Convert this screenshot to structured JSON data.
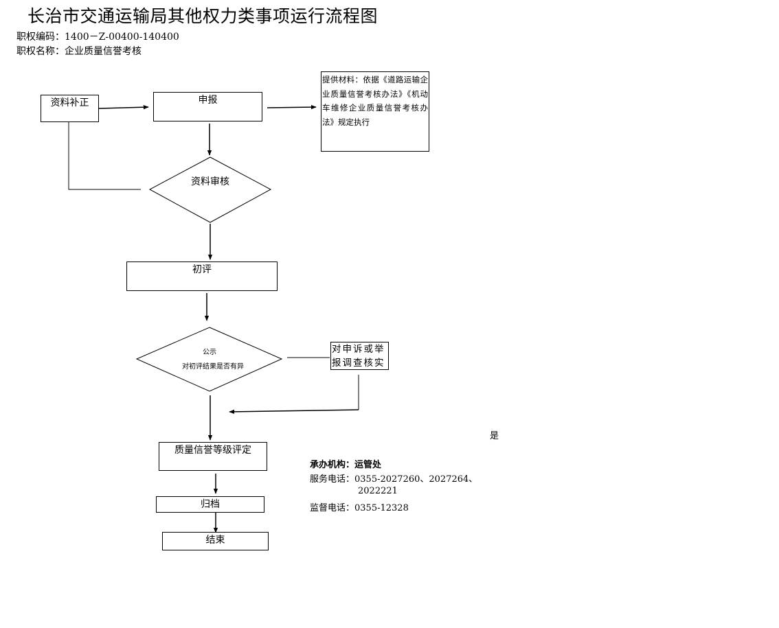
{
  "header": {
    "title": "长治市交通运输局其他权力类事项运行流程图",
    "code_line": "职权编码：1400－Z-00400-140400",
    "name_line": "职权名称：企业质量信誉考核"
  },
  "flow": {
    "supplement": "资料补正",
    "declare": "申报",
    "materials_note": "提供材料：依据《道路运输企业质量信誉考核办法》《机动车维修企业质量信誉考核办法》规定执行",
    "review": "资料审核",
    "initial_eval": "初评",
    "publicity_title": "公示",
    "publicity_question": "对初评结果是否有异",
    "complaint_check": "对申诉或举报调查核实",
    "yes_label": "是",
    "grade_eval": "质量信誉等级评定",
    "archive": "归档",
    "end": "结束"
  },
  "contact": {
    "org_label": "承办机构：",
    "org_value": "运管处",
    "service_label": "服务电话：",
    "service_value_1": "0355-2027260、2027264、",
    "service_value_2": "2022221",
    "supervise_label": "监督电话：",
    "supervise_value": "0355-12328"
  }
}
